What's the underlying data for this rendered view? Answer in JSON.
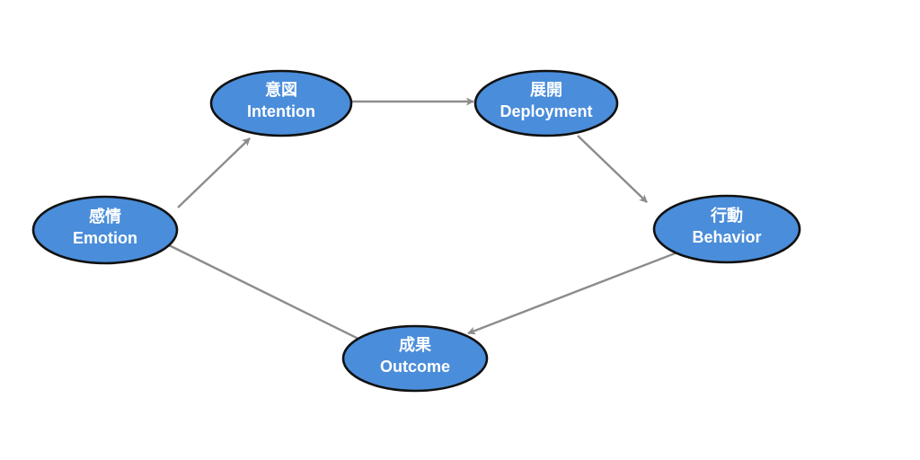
{
  "diagram": {
    "title": "emotion-intention-deployment-behavior-outcome-cycle",
    "background_color": "#ffffff",
    "node_fill_color": "#4a8dda",
    "node_stroke_color": "#111111",
    "node_text_color": "#ffffff",
    "arrow_color": "#8c8c8c",
    "nodes": [
      {
        "id": "emotion",
        "label_ja": "感情",
        "label_en": "Emotion"
      },
      {
        "id": "intention",
        "label_ja": "意図",
        "label_en": "Intention"
      },
      {
        "id": "deployment",
        "label_ja": "展開",
        "label_en": "Deployment"
      },
      {
        "id": "behavior",
        "label_ja": "行動",
        "label_en": "Behavior"
      },
      {
        "id": "outcome",
        "label_ja": "成果",
        "label_en": "Outcome"
      }
    ],
    "edges": [
      {
        "from": "emotion",
        "to": "intention"
      },
      {
        "from": "intention",
        "to": "deployment"
      },
      {
        "from": "deployment",
        "to": "behavior"
      },
      {
        "from": "behavior",
        "to": "outcome"
      },
      {
        "from": "outcome",
        "to": "emotion"
      }
    ]
  }
}
